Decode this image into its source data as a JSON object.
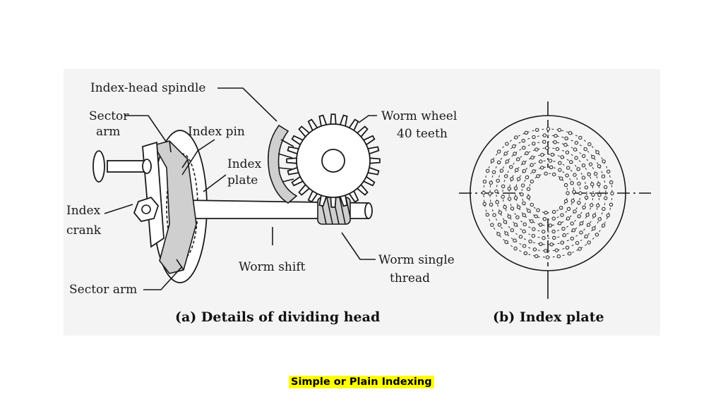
{
  "labels": {
    "index_head_spindle": "Index-head spindle",
    "sector_arm_top_1": "Sector",
    "sector_arm_top_2": "arm",
    "index_pin": "Index pin",
    "index_plate_1": "Index",
    "index_plate_2": "plate",
    "worm_wheel_1": "Worm wheel",
    "worm_wheel_2": "40 teeth",
    "index_crank_1": "Index",
    "index_crank_2": "crank",
    "worm_shift": "Worm shift",
    "worm_single_1": "Worm single",
    "worm_single_2": "thread",
    "sector_arm_bottom": "Sector arm"
  },
  "captions": {
    "a": "(a) Details of dividing head",
    "b": "(b) Index plate"
  },
  "slide_caption": "Simple or Plain Indexing",
  "colors": {
    "caption_highlight": "#ffff00",
    "figure_background": "#f4f4f4",
    "line": "#1a1a1a"
  },
  "index_plate_rings": 8,
  "worm_wheel_teeth_drawn": 24
}
